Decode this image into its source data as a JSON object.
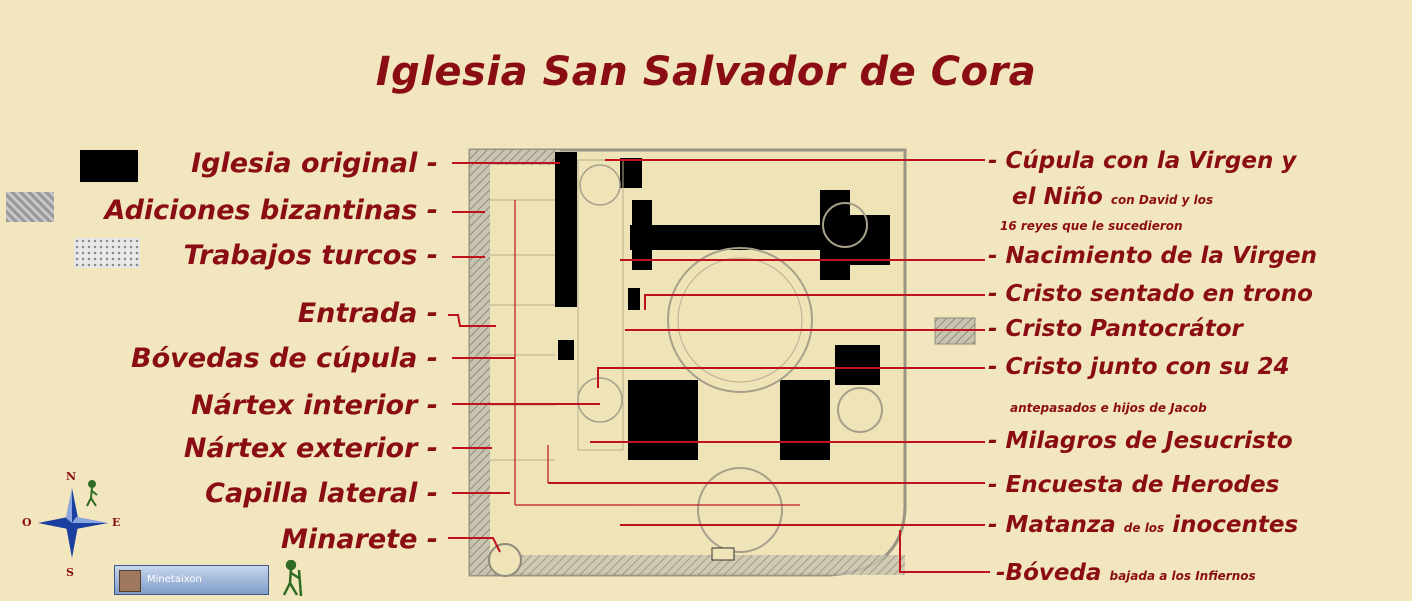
{
  "title": "Iglesia San Salvador de Cora",
  "legend": {
    "original": "Iglesia original -",
    "byzantine": "Adiciones bizantinas -",
    "turkish": "Trabajos turcos -"
  },
  "left_labels": {
    "entrada": "Entrada -",
    "bovedas": "Bóvedas de cúpula -",
    "nartex_interior": "Nártex interior -",
    "nartex_exterior": "Nártex exterior -",
    "capilla": "Capilla lateral -",
    "minarete": "Minarete -"
  },
  "right_labels": {
    "cupula_1": "- Cúpula con la Virgen y",
    "cupula_2": "el Niño",
    "cupula_small_a": "con David y los",
    "cupula_small_b": "16 reyes que le sucedieron",
    "nacimiento": "- Nacimiento de la Virgen",
    "cristo_trono": "- Cristo sentado en trono",
    "pantocrator": "- Cristo Pantocrátor",
    "cristo_24": "- Cristo junto con su 24",
    "antepasados": "antepasados e hijos de Jacob",
    "milagros": "- Milagros de Jesucristo",
    "herodes": "- Encuesta de Herodes",
    "matanza": "- Matanza",
    "matanza_small": "de los",
    "inocentes": "inocentes",
    "boveda": "-Bóveda",
    "boveda_small": "bajada a los Infiernos"
  },
  "compass": {
    "n": "N",
    "e": "E",
    "s": "S",
    "o": "O"
  },
  "badge": "Minetaixon",
  "colors": {
    "background": "#f1e6bd",
    "text": "#8b0d14",
    "leader_line": "#c0121c",
    "original": "#000000"
  }
}
